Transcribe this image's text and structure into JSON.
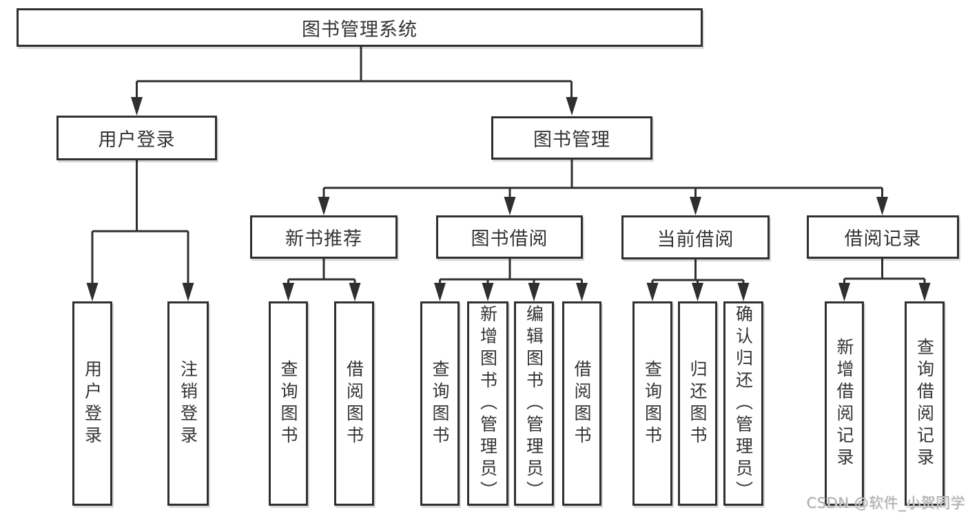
{
  "diagram": {
    "type": "hierarchy-tree",
    "root": {
      "label": "图书管理系统"
    },
    "branches": [
      {
        "label": "用户登录",
        "children": [
          {
            "label": "用户登录"
          },
          {
            "label": "注销登录"
          }
        ]
      },
      {
        "label": "图书管理",
        "children": [
          {
            "label": "新书推荐",
            "children": [
              {
                "label": "查询图书"
              },
              {
                "label": "借阅图书"
              }
            ]
          },
          {
            "label": "图书借阅",
            "children": [
              {
                "label": "查询图书"
              },
              {
                "label": "新增图书（管理员）"
              },
              {
                "label": "编辑图书（管理员）"
              },
              {
                "label": "借阅图书"
              }
            ]
          },
          {
            "label": "当前借阅",
            "children": [
              {
                "label": "查询图书"
              },
              {
                "label": "归还图书"
              },
              {
                "label": "确认归还（管理员）"
              }
            ]
          },
          {
            "label": "借阅记录",
            "children": [
              {
                "label": "新增借阅记录"
              },
              {
                "label": "查询借阅记录"
              }
            ]
          }
        ]
      }
    ]
  },
  "watermark": {
    "text": "CSDN @软件_小贺同学"
  },
  "colors": {
    "line": "#2f2f2f",
    "text": "#333333",
    "background": "#ffffff",
    "watermark": "#b3aeae"
  }
}
